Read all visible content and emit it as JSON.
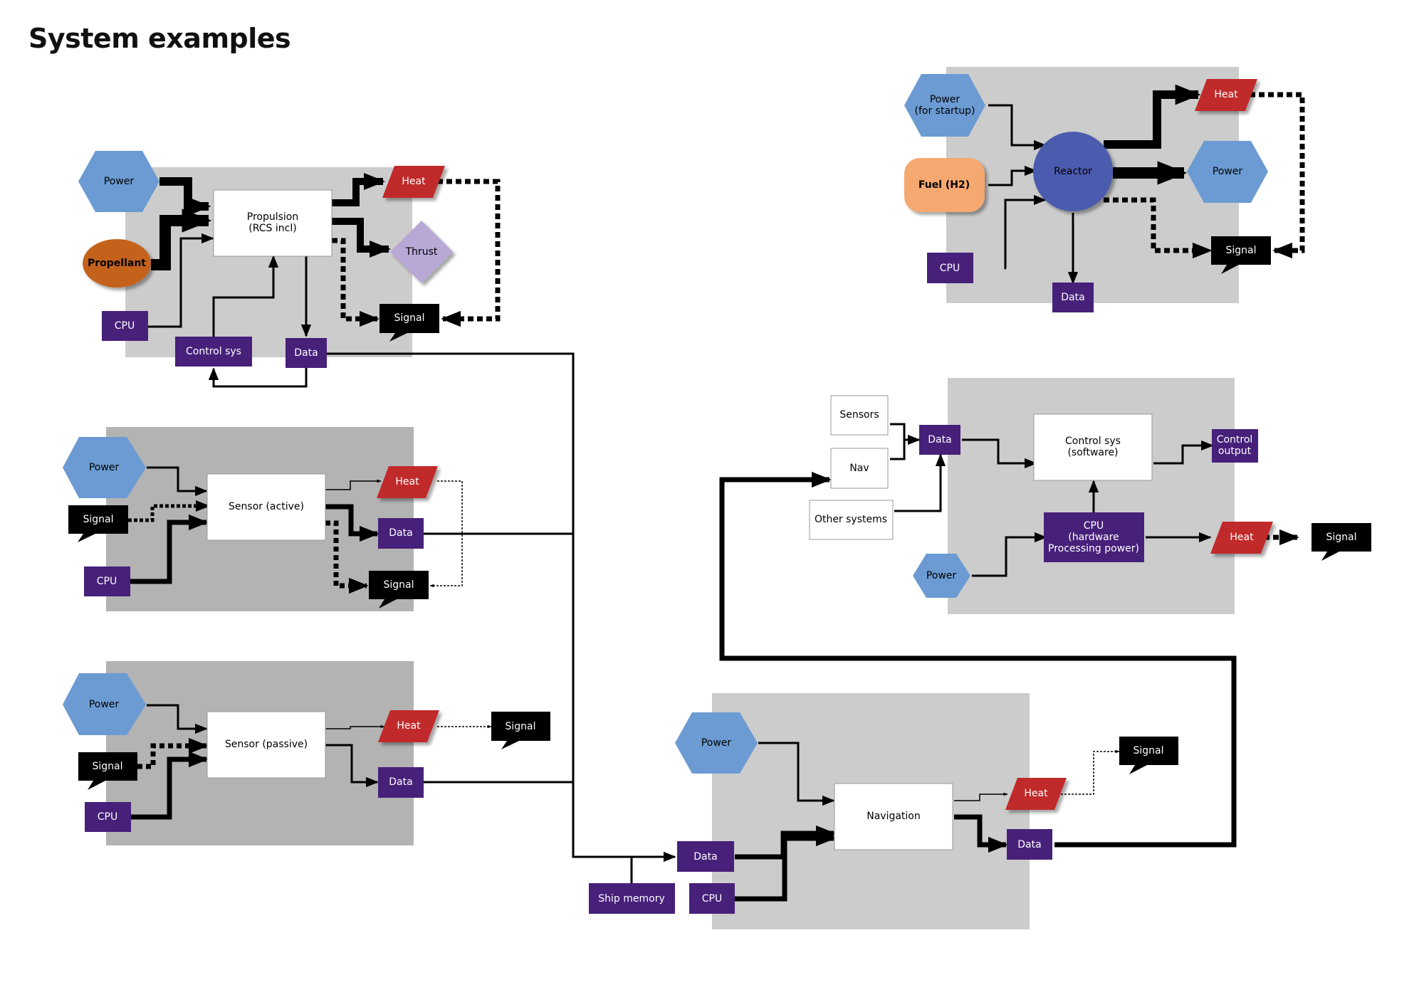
{
  "title": "System examples",
  "colors": {
    "panel_light": "#cccccc",
    "panel_dark": "#b3b3b3",
    "power": "#6b9bd2",
    "purple": "#47207a",
    "heat": "#c02a2a",
    "black": "#000000",
    "propellant": "#c4621a",
    "fuel": "#f5a870",
    "thrust": "#b7a8d6",
    "reactor": "#4c5bae"
  },
  "systems": {
    "propulsion": {
      "block": "Propulsion\n(RCS incl)",
      "power": "Power",
      "propellant": "Propellant",
      "cpu": "CPU",
      "control_sys": "Control sys",
      "data": "Data",
      "heat": "Heat",
      "thrust": "Thrust",
      "signal": "Signal"
    },
    "sensor_active": {
      "block": "Sensor (active)",
      "power": "Power",
      "signal_in": "Signal",
      "cpu": "CPU",
      "heat": "Heat",
      "data": "Data",
      "signal_out": "Signal"
    },
    "sensor_passive": {
      "block": "Sensor (passive)",
      "power": "Power",
      "signal_in": "Signal",
      "cpu": "CPU",
      "heat": "Heat",
      "data": "Data",
      "signal_out": "Signal"
    },
    "reactor": {
      "block": "Reactor",
      "power_startup": "Power\n(for startup)",
      "fuel": "Fuel (H2)",
      "cpu": "CPU",
      "heat": "Heat",
      "power_out": "Power",
      "signal": "Signal",
      "data": "Data"
    },
    "control": {
      "block": "Control sys\n(software)",
      "sensors": "Sensors",
      "nav": "Nav",
      "other": "Other systems",
      "data": "Data",
      "cpu": "CPU\n(hardware\nProcessing power)",
      "power": "Power",
      "output": "Control\noutput",
      "heat": "Heat",
      "signal": "Signal"
    },
    "navigation": {
      "block": "Navigation",
      "power": "Power",
      "data_in": "Data",
      "cpu": "CPU",
      "ship_memory": "Ship memory",
      "heat": "Heat",
      "data_out": "Data",
      "signal": "Signal"
    }
  }
}
